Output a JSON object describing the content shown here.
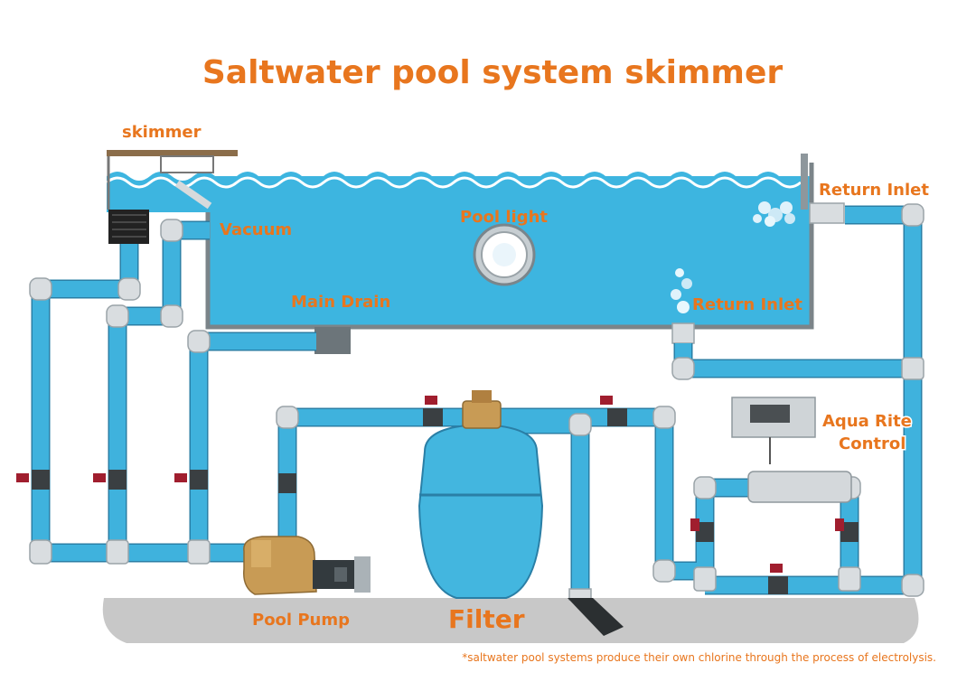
{
  "title": "Saltwater pool system skimmer",
  "labels": {
    "skimmer": "skimmer",
    "return_inlet_top": "Return Inlet",
    "vacuum": "Vacuum",
    "pool_light": "Pool light",
    "main_drain": "Main Drain",
    "return_inlet_pool": "Return Inlet",
    "control_line1": "Aqua Rite",
    "control_line2": "Control",
    "pool_pump": "Pool Pump",
    "filter": "Filter"
  },
  "footnote": "*saltwater pool systems produce their own chlorine through the process of electrolysis.",
  "colors": {
    "label": "#e8761e",
    "water": "#3db5e0",
    "pipe": "#3fb2dd",
    "valve_handle": "#a01e2e",
    "ground": "#c8c8c8"
  }
}
